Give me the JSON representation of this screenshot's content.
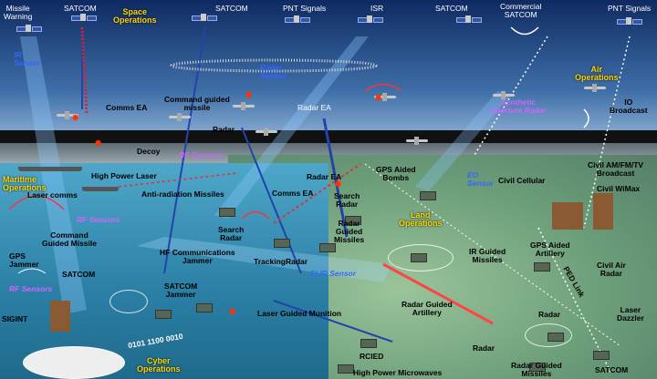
{
  "domains": {
    "space": "Space\nOperations",
    "air": "Air\nOperations",
    "maritime": "Maritime\nOperations",
    "land": "Land\nOperations",
    "cyber": "Cyber\nOperations"
  },
  "top_labels": {
    "missile_warning": "Missile\nWarning",
    "satcom_1": "SATCOM",
    "satcom_2": "SATCOM",
    "pnt_1": "PNT Signals",
    "isr": "ISR",
    "satcom_3": "SATCOM",
    "commercial_satcom": "Commercial\nSATCOM",
    "pnt_2": "PNT Signals"
  },
  "sensor_labels": {
    "irsensor_top": "IR\nSensor",
    "rf_sensors_top": "RF Sensors",
    "rf_sensors_sea": "RF Sensors",
    "rf_sensors_left": "RF Sensors",
    "eo_sensor": "EO\nSensor",
    "flir_sensor": "FLIR Sensor",
    "radar_sensor": "Radar\nSensor",
    "sar": "Synthetic\nAperture Radar"
  },
  "labels": {
    "command_guided_missile_air": "Command guided\nmissile",
    "comms_ea_air": "Comms EA",
    "radar_ea": "Radar EA",
    "radar_air": "Radar",
    "io_broadcast": "IO\nBroadcast",
    "decoy": "Decoy",
    "high_power_laser": "High Power Laser",
    "laser_comms": "Laser comms",
    "anti_radiation": "Anti-radiation Missiles",
    "comms_ea_ground": "Comms EA",
    "radar_ea_ground": "Radar EA",
    "gps_aided_bombs": "GPS Aided\nBombs",
    "search_radar_1": "Search\nRadar",
    "civil_cellular": "Civil Cellular",
    "civil_broadcast": "Civil AM/FM/TV\nBroadcast",
    "civil_wimax": "Civil WiMax",
    "radar_guided_missiles_1": "Radar\nGuided\nMissiles",
    "command_guided_missile_sea": "Command\nGuided Missile",
    "search_radar_2": "Search\nRadar",
    "hf_comms_jammer": "HF Communications\nJammer",
    "gps_jammer": "GPS\nJammer",
    "tracking_radar": "TrackingRadar",
    "ir_guided_missiles": "IR Guided\nMissiles",
    "gps_aided_artillery": "GPS Aided\nArtillery",
    "civil_air_radar": "Civil Air\nRadar",
    "satcom_sea": "SATCOM",
    "ped_link": "PED Link",
    "satcom_jammer": "SATCOM\nJammer",
    "sigint": "SIGINT",
    "radar_guided_artillery": "Radar Guided\nArtillery",
    "radar_ground_1": "Radar",
    "laser_dazzler": "Laser\nDazzler",
    "laser_guided_munition": "Laser Guided Munition",
    "radar_ground_2": "Radar",
    "binary_stream": "0101 1100 0010",
    "rcied": "RCIED",
    "radar_guided_missiles_2": "Radar Guided\nMissiles",
    "satcom_bottom": "SATCOM",
    "high_power_microwaves": "High Power Microwaves"
  },
  "colors": {
    "domain_label": "#ffd700",
    "sensor_blue": "#3366ff",
    "sensor_purple": "#cc66ff",
    "radar_wave": "#ff3333",
    "comms_link": "#2244aa"
  }
}
